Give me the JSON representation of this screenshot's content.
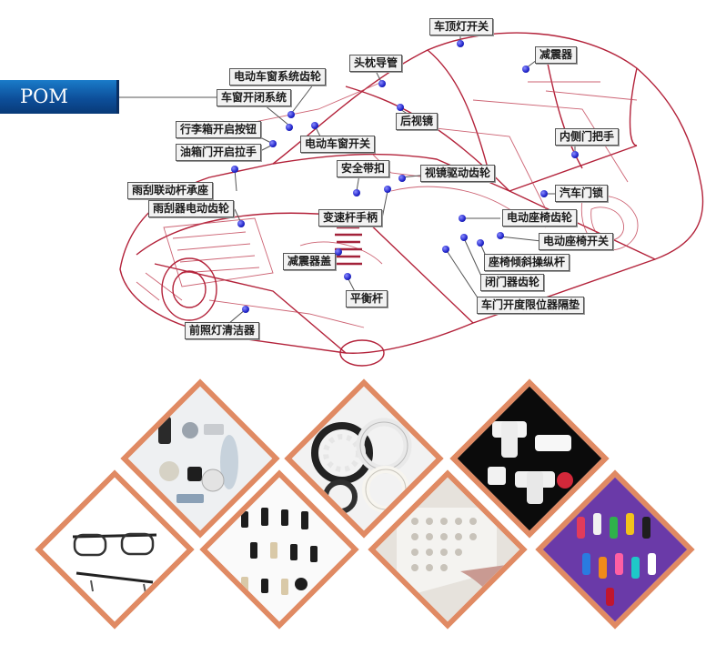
{
  "banner": {
    "text": "POM"
  },
  "labels": [
    {
      "id": "roof-light-switch",
      "text": "车顶灯开关"
    },
    {
      "id": "shock-absorber-rear",
      "text": "减震器"
    },
    {
      "id": "headrest-tube",
      "text": "头枕导管"
    },
    {
      "id": "power-sunroof-gear",
      "text": "电动车窗系统齿轮"
    },
    {
      "id": "window-close-system",
      "text": "车窗开闭系统"
    },
    {
      "id": "rearview-mirror",
      "text": "后视镜"
    },
    {
      "id": "trunk-open-button",
      "text": "行李箱开启按钮"
    },
    {
      "id": "power-window-switch",
      "text": "电动车窗开关"
    },
    {
      "id": "inner-door-handle",
      "text": "内侧门把手"
    },
    {
      "id": "fuel-door-handle",
      "text": "油箱门开启拉手"
    },
    {
      "id": "seat-belt-buckle",
      "text": "安全带扣"
    },
    {
      "id": "mirror-drive-gear",
      "text": "视镜驱动齿轮"
    },
    {
      "id": "wiper-linkage-bearing",
      "text": "雨刮联动杆承座"
    },
    {
      "id": "car-door-lock",
      "text": "汽车门锁"
    },
    {
      "id": "wiper-motor-gear",
      "text": "雨刮器电动齿轮"
    },
    {
      "id": "gear-shift-handle",
      "text": "变速杆手柄"
    },
    {
      "id": "power-seat-gear",
      "text": "电动座椅齿轮"
    },
    {
      "id": "power-seat-switch",
      "text": "电动座椅开关"
    },
    {
      "id": "shock-absorber-cover",
      "text": "减震器盖"
    },
    {
      "id": "seat-tilt-lever",
      "text": "座椅倾斜操纵杆"
    },
    {
      "id": "door-closer-gear",
      "text": "闭门器齿轮"
    },
    {
      "id": "balance-bar",
      "text": "平衡杆"
    },
    {
      "id": "door-limiter-pad",
      "text": "车门开度限位器隔垫"
    },
    {
      "id": "headlight-cleaner",
      "text": "前照灯清洁器"
    }
  ],
  "colors": {
    "car_line": "#b3223a",
    "callout_dot": "#1f23c9",
    "tile_border": "#e08a63",
    "banner_blue": "#0d4f9a"
  },
  "tiles": [
    {
      "id": "tile-small-parts",
      "subject": "assorted molded small parts"
    },
    {
      "id": "tile-bearings",
      "subject": "plastic ball bearings"
    },
    {
      "id": "tile-pipe-fittings",
      "subject": "white pipe fittings"
    },
    {
      "id": "tile-eyeglasses",
      "subject": "eyeglass frames"
    },
    {
      "id": "tile-clips-catalog",
      "subject": "fastener clips catalog"
    },
    {
      "id": "tile-perforated-roller",
      "subject": "perforated roller"
    },
    {
      "id": "tile-zipper-pulls",
      "subject": "colored zipper pulls"
    }
  ]
}
